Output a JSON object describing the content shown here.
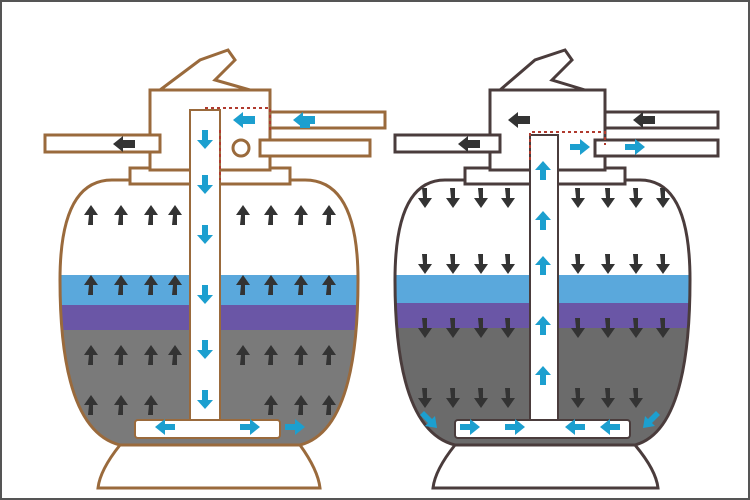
{
  "diagram": {
    "colors": {
      "frame": "#555555",
      "filter_a_outline": "#9a6a3c",
      "filter_b_outline": "#4a3c3c",
      "sand_light": "#7a7a7a",
      "sand_dark": "#6b6b6b",
      "water_blue": "#5aa8dc",
      "media_purple": "#6a56a6",
      "arrow_flow": "#1c9fcf",
      "arrow_media": "#333333",
      "dotted_path": "#b03a2e"
    },
    "filters": [
      {
        "id": "filter-a",
        "mode": "backwash",
        "internal_flow": "up",
        "outline_color": "#9a6a3c"
      },
      {
        "id": "filter-b",
        "mode": "filter",
        "internal_flow": "down",
        "outline_color": "#4a3c3c"
      }
    ]
  }
}
